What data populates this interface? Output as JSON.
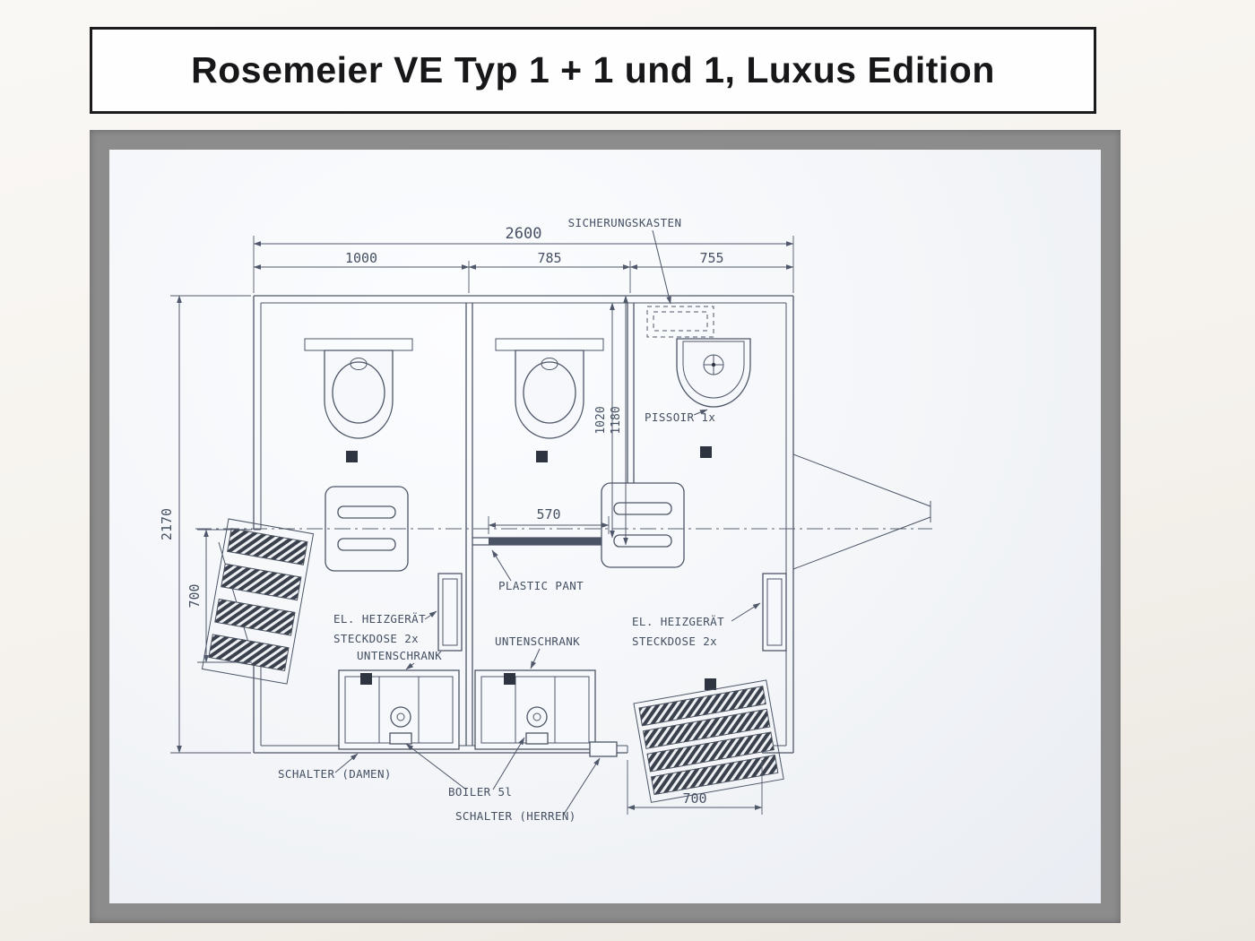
{
  "title": "Rosemeier VE Typ 1 + 1 und 1, Luxus Edition",
  "plan": {
    "dims": {
      "total_width": "2600",
      "width_room1": "1000",
      "width_room2": "785",
      "width_room3": "755",
      "depth_total": "2170",
      "door_left": "700",
      "door_inner": "570",
      "inner_depth_a": "1020",
      "inner_depth_b": "1180",
      "door_bottom": "700"
    },
    "labels": {
      "fuse_box": "SICHERUNGSKASTEN",
      "urinal": "PISSOIR 1x",
      "heater_left_line1": "EL. HEIZGERÄT",
      "heater_left_line2": "STECKDOSE 2x",
      "cabinet_left": "UNTENSCHRANK",
      "plastic_panel": "PLASTIC PANT",
      "cabinet_mid": "UNTENSCHRANK",
      "heater_right_line1": "EL. HEIZGERÄT",
      "heater_right_line2": "STECKDOSE 2x",
      "switch_ladies": "SCHALTER (DAMEN)",
      "boiler": "BOILER 5l",
      "switch_men": "SCHALTER (HERREN)"
    }
  }
}
